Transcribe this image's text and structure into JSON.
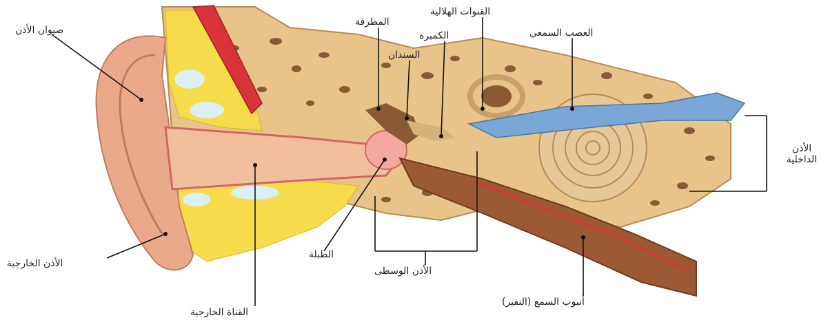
{
  "labels": {
    "auricle": "صيوان الأذن",
    "outer_ear": "الأذن الخارجية",
    "ear_canal": "القناة الخارجية",
    "malleus": "المطرقة",
    "stapes": "السندان",
    "incus": "الكمبرة",
    "semicircular_canals": "القنوات الهلالية",
    "auditory_nerve": "العصب السمعي",
    "inner_ear_line1": "الأذن",
    "inner_ear_line2": "الداخلية",
    "eardrum": "الطبلة",
    "middle_ear": "الأذن الوسطى",
    "eustachian_tube": "أنبوب السمع (النفير)"
  }
}
